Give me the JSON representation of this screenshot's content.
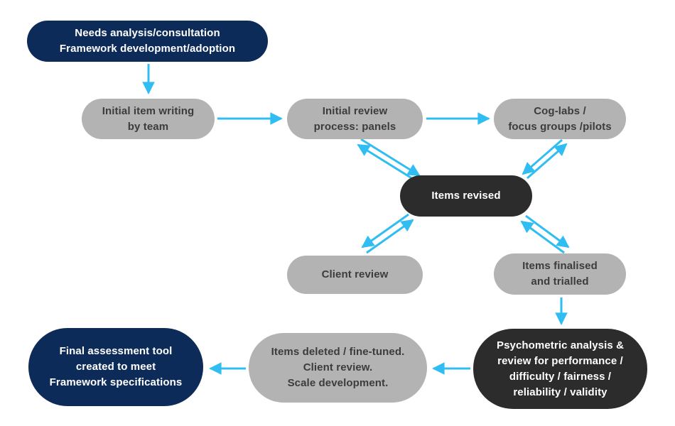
{
  "diagram": {
    "title": "Assessment development process flowchart",
    "colors": {
      "background": "#ffffff",
      "navy": "#0d2b58",
      "charcoal": "#2d2c2c",
      "gray": "#b3b3b3",
      "arrow_blue": "#2fbdf2",
      "text_on_gray": "#3c3c3c",
      "text_on_dark": "#ffffff"
    },
    "nodes": [
      {
        "id": "needs-analysis",
        "style": "navy",
        "lines": [
          "Needs analysis/consultation",
          "Framework development/adoption"
        ]
      },
      {
        "id": "initial-item-writing",
        "style": "gray",
        "lines": [
          "Initial item writing",
          "by team"
        ]
      },
      {
        "id": "initial-review",
        "style": "gray",
        "lines": [
          "Initial review",
          "process: panels"
        ]
      },
      {
        "id": "cog-labs",
        "style": "gray",
        "lines": [
          "Cog-labs /",
          "focus groups /pilots"
        ]
      },
      {
        "id": "items-revised",
        "style": "charcoal",
        "lines": [
          "Items revised"
        ]
      },
      {
        "id": "client-review",
        "style": "gray",
        "lines": [
          "Client review"
        ]
      },
      {
        "id": "items-finalised",
        "style": "gray",
        "lines": [
          "Items finalised",
          "and trialled"
        ]
      },
      {
        "id": "psychometric-analysis",
        "style": "charcoal",
        "lines": [
          "Psychometric analysis &",
          "review for performance /",
          "difficulty / fairness /",
          "reliability / validity"
        ]
      },
      {
        "id": "items-deleted",
        "style": "gray",
        "lines": [
          "Items deleted / fine-tuned.",
          "Client review.",
          "Scale development."
        ]
      },
      {
        "id": "final-assessment-tool",
        "style": "navy",
        "lines": [
          "Final assessment tool",
          "created to meet",
          "Framework specifications"
        ]
      }
    ],
    "connections": [
      "needs-analysis -> initial-item-writing",
      "initial-item-writing -> initial-review",
      "initial-review -> cog-labs",
      "initial-review <-> items-revised",
      "cog-labs <-> items-revised",
      "items-revised <-> client-review",
      "items-revised <-> items-finalised",
      "items-finalised -> psychometric-analysis",
      "psychometric-analysis -> items-deleted",
      "items-deleted -> final-assessment-tool"
    ]
  }
}
